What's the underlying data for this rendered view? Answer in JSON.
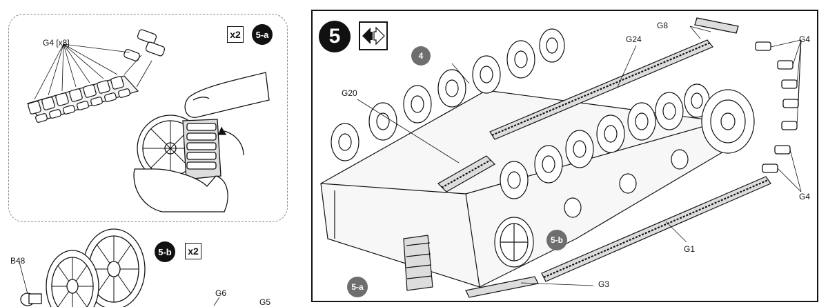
{
  "panel_5a": {
    "part_label": "G4 [x8]",
    "quantity": "x2",
    "step": "5-a"
  },
  "panel_5b": {
    "step": "5-b",
    "quantity": "x2",
    "labels": {
      "b48": "B48",
      "g6": "G6",
      "g5": "G5"
    }
  },
  "main": {
    "step_number": "5",
    "symbol_icon": "two-sided-arrow-icon",
    "callouts": {
      "c4": "4",
      "c5a": "5-a",
      "c5b": "5-b"
    },
    "labels": {
      "g8": "G8",
      "g24": "G24",
      "g20": "G20",
      "g4_top": "G4",
      "g4_bottom": "G4",
      "g1": "G1",
      "g3": "G3"
    }
  }
}
